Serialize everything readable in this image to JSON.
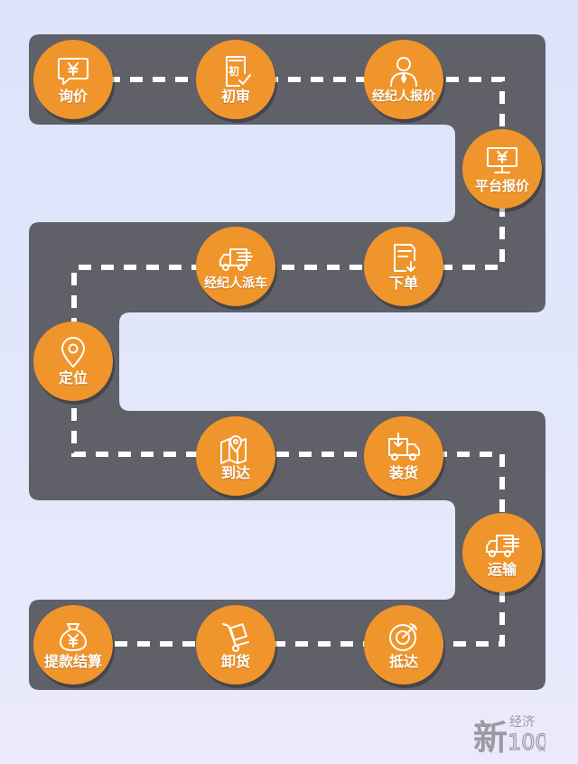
{
  "colors": {
    "road": "#5f6068",
    "dash": "#ffffff",
    "step": "#f0952b",
    "logo": "#9a9aa4"
  },
  "steps": [
    {
      "label": "询价",
      "icon": "yuan-chat-icon"
    },
    {
      "label": "初审",
      "icon": "document-check-icon"
    },
    {
      "label": "经纪人报价",
      "icon": "agent-icon"
    },
    {
      "label": "平台报价",
      "icon": "yuan-monitor-icon"
    },
    {
      "label": "下单",
      "icon": "order-document-icon"
    },
    {
      "label": "经纪人派车",
      "icon": "truck-icon"
    },
    {
      "label": "定位",
      "icon": "location-pin-icon"
    },
    {
      "label": "到达",
      "icon": "map-pin-icon"
    },
    {
      "label": "装货",
      "icon": "loading-truck-icon"
    },
    {
      "label": "运输",
      "icon": "fast-truck-icon"
    },
    {
      "label": "抵达",
      "icon": "target-icon"
    },
    {
      "label": "卸货",
      "icon": "hand-truck-icon"
    },
    {
      "label": "提款结算",
      "icon": "money-bag-icon"
    }
  ],
  "logo": {
    "main": "新",
    "top": "经济",
    "num": "100",
    "suffix": "人"
  }
}
